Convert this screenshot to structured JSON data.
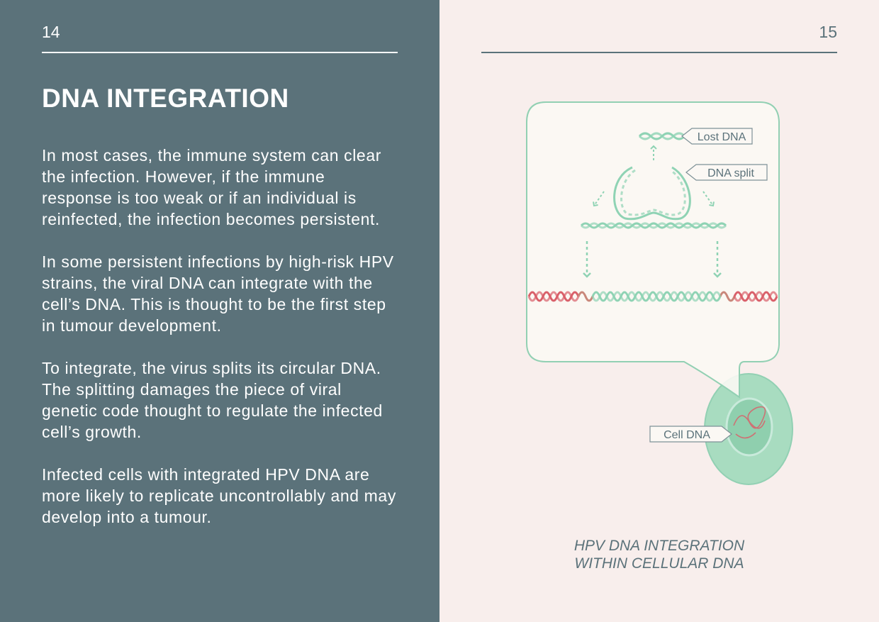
{
  "left_page": {
    "page_number": "14",
    "title": "DNA INTEGRATION",
    "paragraphs": [
      "In most cases, the immune system can clear the infection. However, if the immune response is too weak or if an individual is reinfected, the infection becomes persistent.",
      "In some persistent infections by high-risk HPV strains, the viral DNA can integrate with the cell’s DNA. This is thought to be the first step in tumour development.",
      "To integrate, the virus splits its circular DNA. The splitting damages the piece of viral genetic code thought to regulate the infected cell’s growth.",
      "Infected cells with integrated HPV DNA are more likely to replicate uncontrollably and may develop into a tumour."
    ]
  },
  "right_page": {
    "page_number": "15",
    "figure": {
      "labels": {
        "lost_dna": "Lost DNA",
        "dna_split": "DNA split",
        "cell_dna": "Cell DNA"
      },
      "caption_lines": [
        "HPV DNA INTEGRATION",
        "WITHIN CELLULAR DNA"
      ]
    }
  },
  "colors": {
    "left_background": "#5b727a",
    "right_background": "#f8eeec",
    "viral_dna": "#8fd3b4",
    "cell_dna": "#d9606a"
  }
}
